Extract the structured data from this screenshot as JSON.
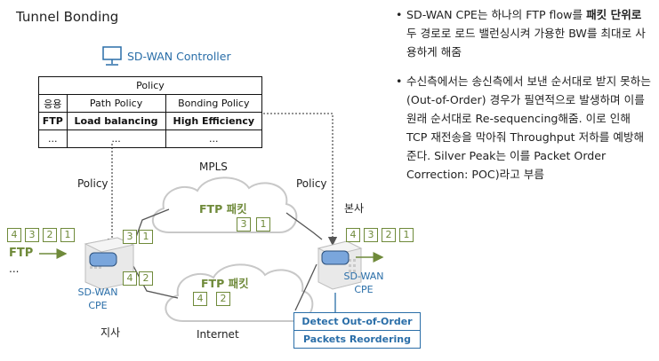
{
  "title": "Tunnel Bonding",
  "controller": {
    "label": "SD-WAN Controller",
    "icon": "monitor-icon"
  },
  "policy_table": {
    "header": "Policy",
    "columns": [
      "응용",
      "Path Policy",
      "Bonding Policy"
    ],
    "row": [
      "FTP",
      "Load balancing",
      "High Efficiency"
    ],
    "ellipsis": [
      "...",
      "...",
      "..."
    ]
  },
  "labels": {
    "policy_left": "Policy",
    "policy_right": "Policy",
    "mpls": "MPLS",
    "internet": "Internet",
    "hq": "본사",
    "branch": "지사",
    "ftp": "FTP",
    "ellipsis": "..."
  },
  "clouds": {
    "top_label": "FTP 패킷",
    "bottom_label": "FTP 패킷",
    "top_packets": [
      "3",
      "1"
    ],
    "bottom_packets": [
      "4",
      "2"
    ]
  },
  "packets": {
    "incoming": [
      "4",
      "3",
      "2",
      "1"
    ],
    "branch_top": [
      "3",
      "1"
    ],
    "branch_bottom": [
      "4",
      "2"
    ],
    "outgoing": [
      "4",
      "3",
      "2",
      "1"
    ]
  },
  "cpe_left": {
    "line1": "SD-WAN",
    "line2": "CPE"
  },
  "cpe_right": {
    "line1": "SD-WAN",
    "line2": "CPE"
  },
  "boxes": {
    "detect": "Detect Out-of-Order",
    "reorder": "Packets Reordering"
  },
  "bullets": {
    "b1_part1": "SD-WAN CPE는 하나의 FTP flow를 ",
    "b1_bold": "패킷 단위로",
    "b1_part2": " 두 경로로 로드 밸런싱시켜 가용한 BW를 최대로 사용하게 해줌",
    "b2": "수신측에서는 송신측에서 보낸 순서대로 받지 못하는 (Out-of-Order) 경우가 필연적으로 발생하며 이를 원래 순서대로 Re-sequencing해줌. 이로 인해 TCP 재전송을 막아줘 Throughput 저하를 예방해준다. Silver Peak는 이를 Packet Order Correction: POC)라고 부름"
  },
  "colors": {
    "accent_blue": "#2a6ea8",
    "packet_green": "#6f8a3a",
    "cloud_gray": "#c8c8c8",
    "device_blue": "#7aa6dc"
  }
}
